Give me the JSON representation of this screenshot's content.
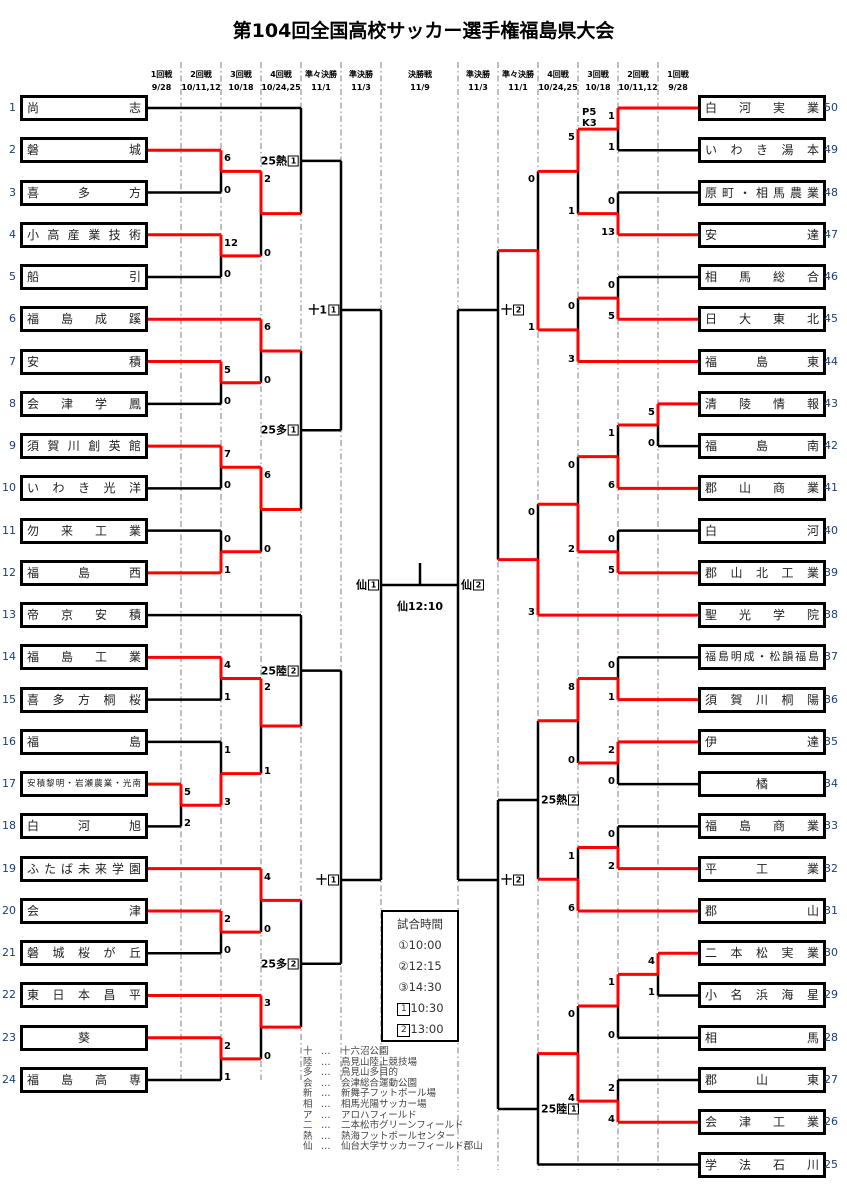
{
  "title": "第104回全国高校サッカー選手権福島県大会",
  "header": {
    "left": [
      {
        "round": "1回戦",
        "date": "9/28"
      },
      {
        "round": "2回戦",
        "date": "10/11,12"
      },
      {
        "round": "3回戦",
        "date": "10/18"
      },
      {
        "round": "4回戦",
        "date": "10/24,25"
      },
      {
        "round": "準々決勝",
        "date": "11/1"
      },
      {
        "round": "準決勝",
        "date": "11/3"
      }
    ],
    "final": {
      "round": "決勝戦",
      "date": "11/9"
    },
    "right": [
      {
        "round": "準決勝",
        "date": "11/3"
      },
      {
        "round": "準々決勝",
        "date": "11/1"
      },
      {
        "round": "4回戦",
        "date": "10/24,25"
      },
      {
        "round": "3回戦",
        "date": "10/18"
      },
      {
        "round": "2回戦",
        "date": "10/11,12"
      },
      {
        "round": "1回戦",
        "date": "9/28"
      }
    ]
  },
  "left_teams": [
    {
      "no": "1",
      "name": "尚志"
    },
    {
      "no": "2",
      "name": "磐城"
    },
    {
      "no": "3",
      "name": "喜多方"
    },
    {
      "no": "4",
      "name": "小高産業技術"
    },
    {
      "no": "5",
      "name": "船引"
    },
    {
      "no": "6",
      "name": "福島成蹊"
    },
    {
      "no": "7",
      "name": "安積"
    },
    {
      "no": "8",
      "name": "会津学鳳"
    },
    {
      "no": "9",
      "name": "須賀川創英館"
    },
    {
      "no": "10",
      "name": "いわき光洋"
    },
    {
      "no": "11",
      "name": "勿来工業"
    },
    {
      "no": "12",
      "name": "福島西"
    },
    {
      "no": "13",
      "name": "帝京安積"
    },
    {
      "no": "14",
      "name": "福島工業"
    },
    {
      "no": "15",
      "name": "喜多方桐桜"
    },
    {
      "no": "16",
      "name": "福島"
    },
    {
      "no": "17",
      "name": "安積黎明・岩瀬農業・光南"
    },
    {
      "no": "18",
      "name": "白河旭"
    },
    {
      "no": "19",
      "name": "ふたば未来学園"
    },
    {
      "no": "20",
      "name": "会津"
    },
    {
      "no": "21",
      "name": "磐城桜が丘"
    },
    {
      "no": "22",
      "name": "東日本昌平"
    },
    {
      "no": "23",
      "name": "葵"
    },
    {
      "no": "24",
      "name": "福島高専"
    }
  ],
  "right_teams": [
    {
      "no": "50",
      "name": "白河実業"
    },
    {
      "no": "49",
      "name": "いわき湯本"
    },
    {
      "no": "48",
      "name": "原町・相馬農業"
    },
    {
      "no": "47",
      "name": "安達"
    },
    {
      "no": "46",
      "name": "相馬総合"
    },
    {
      "no": "45",
      "name": "日大東北"
    },
    {
      "no": "44",
      "name": "福島東"
    },
    {
      "no": "43",
      "name": "清陵情報"
    },
    {
      "no": "42",
      "name": "福島南"
    },
    {
      "no": "41",
      "name": "郡山商業"
    },
    {
      "no": "40",
      "name": "白河"
    },
    {
      "no": "39",
      "name": "郡山北工業"
    },
    {
      "no": "38",
      "name": "聖光学院"
    },
    {
      "no": "37",
      "name": "福島明成・松韻福島"
    },
    {
      "no": "36",
      "name": "須賀川桐陽"
    },
    {
      "no": "35",
      "name": "伊達"
    },
    {
      "no": "34",
      "name": "橘"
    },
    {
      "no": "33",
      "name": "福島商業"
    },
    {
      "no": "32",
      "name": "平工業"
    },
    {
      "no": "31",
      "name": "郡山"
    },
    {
      "no": "30",
      "name": "二本松実業"
    },
    {
      "no": "29",
      "name": "小名浜海星"
    },
    {
      "no": "28",
      "name": "相馬"
    },
    {
      "no": "27",
      "name": "郡山東"
    },
    {
      "no": "26",
      "name": "会津工業"
    },
    {
      "no": "25",
      "name": "学法石川"
    }
  ],
  "left_bracket": {
    "r": 6,
    "label": {
      "p": "仙",
      "n": "1"
    },
    "c": [
      {
        "r": 5,
        "label": {
          "p": "十1",
          "n": "1"
        },
        "c": [
          {
            "r": 4,
            "label": {
              "p": "25熱",
              "n": "1"
            },
            "c": [
              {
                "t": 0
              },
              {
                "r": 3,
                "s": [
                  "2",
                  "0"
                ],
                "w": 0,
                "c": [
                  {
                    "r": 2,
                    "s": [
                      "6",
                      "0"
                    ],
                    "w": 0,
                    "c": [
                      {
                        "t": 1
                      },
                      {
                        "t": 2
                      }
                    ]
                  },
                  {
                    "r": 2,
                    "s": [
                      "12",
                      "0"
                    ],
                    "w": 0,
                    "c": [
                      {
                        "t": 3
                      },
                      {
                        "t": 4
                      }
                    ]
                  }
                ]
              }
            ]
          },
          {
            "r": 4,
            "label": {
              "p": "25多",
              "n": "1"
            },
            "c": [
              {
                "r": 3,
                "s": [
                  "6",
                  "0"
                ],
                "w": 0,
                "c": [
                  {
                    "t": 5
                  },
                  {
                    "r": 2,
                    "s": [
                      "5",
                      "0"
                    ],
                    "w": 0,
                    "c": [
                      {
                        "t": 6
                      },
                      {
                        "t": 7
                      }
                    ]
                  }
                ]
              },
              {
                "r": 3,
                "s": [
                  "6",
                  "0"
                ],
                "w": 0,
                "c": [
                  {
                    "r": 2,
                    "s": [
                      "7",
                      "0"
                    ],
                    "w": 0,
                    "c": [
                      {
                        "t": 8
                      },
                      {
                        "t": 9
                      }
                    ]
                  },
                  {
                    "r": 2,
                    "s": [
                      "0",
                      "1"
                    ],
                    "w": 1,
                    "c": [
                      {
                        "t": 10
                      },
                      {
                        "t": 11
                      }
                    ]
                  }
                ]
              }
            ]
          }
        ]
      },
      {
        "r": 5,
        "label": {
          "p": "十",
          "n": "1"
        },
        "c": [
          {
            "r": 4,
            "label": {
              "p": "25陸",
              "n": "2"
            },
            "c": [
              {
                "t": 12
              },
              {
                "r": 3,
                "s": [
                  "2",
                  "1"
                ],
                "w": 0,
                "c": [
                  {
                    "r": 2,
                    "s": [
                      "4",
                      "1"
                    ],
                    "w": 0,
                    "c": [
                      {
                        "t": 13
                      },
                      {
                        "t": 14
                      }
                    ]
                  },
                  {
                    "r": 2,
                    "s": [
                      "1",
                      "3"
                    ],
                    "w": 1,
                    "c": [
                      {
                        "t": 15
                      },
                      {
                        "r": 1,
                        "s": [
                          "5",
                          "2"
                        ],
                        "w": 0,
                        "c": [
                          {
                            "t": 16
                          },
                          {
                            "t": 17
                          }
                        ]
                      }
                    ]
                  }
                ]
              }
            ]
          },
          {
            "r": 4,
            "label": {
              "p": "25多",
              "n": "2"
            },
            "c": [
              {
                "r": 3,
                "s": [
                  "4",
                  "0"
                ],
                "w": 0,
                "c": [
                  {
                    "t": 18
                  },
                  {
                    "r": 2,
                    "s": [
                      "2",
                      "0"
                    ],
                    "w": 0,
                    "c": [
                      {
                        "t": 19
                      },
                      {
                        "t": 20
                      }
                    ]
                  }
                ]
              },
              {
                "r": 3,
                "s": [
                  "3",
                  "0"
                ],
                "w": 0,
                "c": [
                  {
                    "t": 21
                  },
                  {
                    "r": 2,
                    "s": [
                      "2",
                      "1"
                    ],
                    "w": 0,
                    "c": [
                      {
                        "t": 22
                      },
                      {
                        "t": 23
                      }
                    ]
                  }
                ]
              }
            ]
          }
        ]
      }
    ]
  },
  "right_bracket": {
    "r": 6,
    "label": {
      "p": "仙",
      "n": "2"
    },
    "c": [
      {
        "r": 5,
        "label": {
          "p": "十",
          "n": "2"
        },
        "c": [
          {
            "r": 4,
            "s": [
              "0",
              "1"
            ],
            "w": 1,
            "c": [
              {
                "r": 3,
                "s": [
                  "5",
                  "1"
                ],
                "w": 0,
                "pk": [
                  "P5",
                  "K3"
                ],
                "c": [
                  {
                    "r": 2,
                    "s": [
                      "1",
                      "1"
                    ],
                    "w": 0,
                    "c": [
                      {
                        "t": 0
                      },
                      {
                        "t": 1
                      }
                    ]
                  },
                  {
                    "r": 2,
                    "s": [
                      "0",
                      "13"
                    ],
                    "w": 1,
                    "c": [
                      {
                        "t": 2
                      },
                      {
                        "t": 3
                      }
                    ]
                  }
                ]
              },
              {
                "r": 3,
                "s": [
                  "0",
                  "3"
                ],
                "w": 1,
                "c": [
                  {
                    "r": 2,
                    "s": [
                      "0",
                      "5"
                    ],
                    "w": 1,
                    "c": [
                      {
                        "t": 4
                      },
                      {
                        "t": 5
                      }
                    ]
                  },
                  {
                    "t": 6
                  }
                ]
              }
            ]
          },
          {
            "r": 4,
            "s": [
              "0",
              "3"
            ],
            "w": 1,
            "c": [
              {
                "r": 3,
                "s": [
                  "0",
                  "2"
                ],
                "w": 1,
                "c": [
                  {
                    "r": 2,
                    "s": [
                      "1",
                      "6"
                    ],
                    "w": 1,
                    "c": [
                      {
                        "r": 1,
                        "s": [
                          "5",
                          "0"
                        ],
                        "w": 0,
                        "c": [
                          {
                            "t": 7
                          },
                          {
                            "t": 8
                          }
                        ]
                      },
                      {
                        "t": 9
                      }
                    ]
                  },
                  {
                    "r": 2,
                    "s": [
                      "0",
                      "5"
                    ],
                    "w": 1,
                    "c": [
                      {
                        "t": 10
                      },
                      {
                        "t": 11
                      }
                    ]
                  }
                ]
              },
              {
                "t": 12
              }
            ]
          }
        ]
      },
      {
        "r": 5,
        "label": {
          "p": "十",
          "n": "2"
        },
        "c": [
          {
            "r": 4,
            "label": {
              "p": "25熱",
              "n": "2"
            },
            "c": [
              {
                "r": 3,
                "s": [
                  "8",
                  "0"
                ],
                "w": 0,
                "c": [
                  {
                    "r": 2,
                    "s": [
                      "0",
                      "1"
                    ],
                    "w": 1,
                    "c": [
                      {
                        "t": 13
                      },
                      {
                        "t": 14
                      }
                    ]
                  },
                  {
                    "r": 2,
                    "s": [
                      "2",
                      "0"
                    ],
                    "w": 0,
                    "c": [
                      {
                        "t": 15
                      },
                      {
                        "t": 16
                      }
                    ]
                  }
                ]
              },
              {
                "r": 3,
                "s": [
                  "1",
                  "6"
                ],
                "w": 1,
                "c": [
                  {
                    "r": 2,
                    "s": [
                      "0",
                      "2"
                    ],
                    "w": 1,
                    "c": [
                      {
                        "t": 17
                      },
                      {
                        "t": 18
                      }
                    ]
                  },
                  {
                    "t": 19
                  }
                ]
              }
            ]
          },
          {
            "r": 4,
            "label": {
              "p": "25陸",
              "n": "1"
            },
            "c": [
              {
                "r": 3,
                "s": [
                  "0",
                  "4"
                ],
                "w": 1,
                "c": [
                  {
                    "r": 2,
                    "s": [
                      "1",
                      "0"
                    ],
                    "w": 0,
                    "c": [
                      {
                        "r": 1,
                        "s": [
                          "4",
                          "1"
                        ],
                        "w": 0,
                        "c": [
                          {
                            "t": 20
                          },
                          {
                            "t": 21
                          }
                        ]
                      },
                      {
                        "t": 22
                      }
                    ]
                  },
                  {
                    "r": 2,
                    "s": [
                      "2",
                      "4"
                    ],
                    "w": 1,
                    "c": [
                      {
                        "t": 23
                      },
                      {
                        "t": 24
                      }
                    ]
                  }
                ]
              },
              {
                "t": 25
              }
            ]
          }
        ]
      }
    ]
  },
  "final": {
    "label": "仙12:10"
  },
  "schedule": {
    "title": "試合時間",
    "times": [
      {
        "mark": "①",
        "boxed": false,
        "time": "10:00"
      },
      {
        "mark": "②",
        "boxed": false,
        "time": "12:15"
      },
      {
        "mark": "③",
        "boxed": false,
        "time": "14:30"
      },
      {
        "mark": "1",
        "boxed": true,
        "time": "10:30"
      },
      {
        "mark": "2",
        "boxed": true,
        "time": "13:00"
      }
    ]
  },
  "venues": [
    {
      "sym": "十",
      "dots": "…",
      "name": "十六沼公園"
    },
    {
      "sym": "陸",
      "dots": "…",
      "name": "鳥見山陸上競技場"
    },
    {
      "sym": "多",
      "dots": "…",
      "name": "鳥見山多目的"
    },
    {
      "sym": "会",
      "dots": "…",
      "name": "会津総合運動公園"
    },
    {
      "sym": "新",
      "dots": "…",
      "name": "新舞子フットボール場"
    },
    {
      "sym": "相",
      "dots": "…",
      "name": "相馬光陽サッカー場"
    },
    {
      "sym": "ア",
      "dots": "…",
      "name": "アロハフィールド"
    },
    {
      "sym": "二",
      "dots": "…",
      "name": "二本松市グリーンフィールド"
    },
    {
      "sym": "熱",
      "dots": "…",
      "name": "熱海フットボールセンター"
    },
    {
      "sym": "仙",
      "dots": "…",
      "name": "仙台大学サッカーフィールド郡山"
    }
  ],
  "colors": {
    "winner_line": "#ff0000",
    "line": "#000000",
    "guide": "#aaaaaa"
  }
}
